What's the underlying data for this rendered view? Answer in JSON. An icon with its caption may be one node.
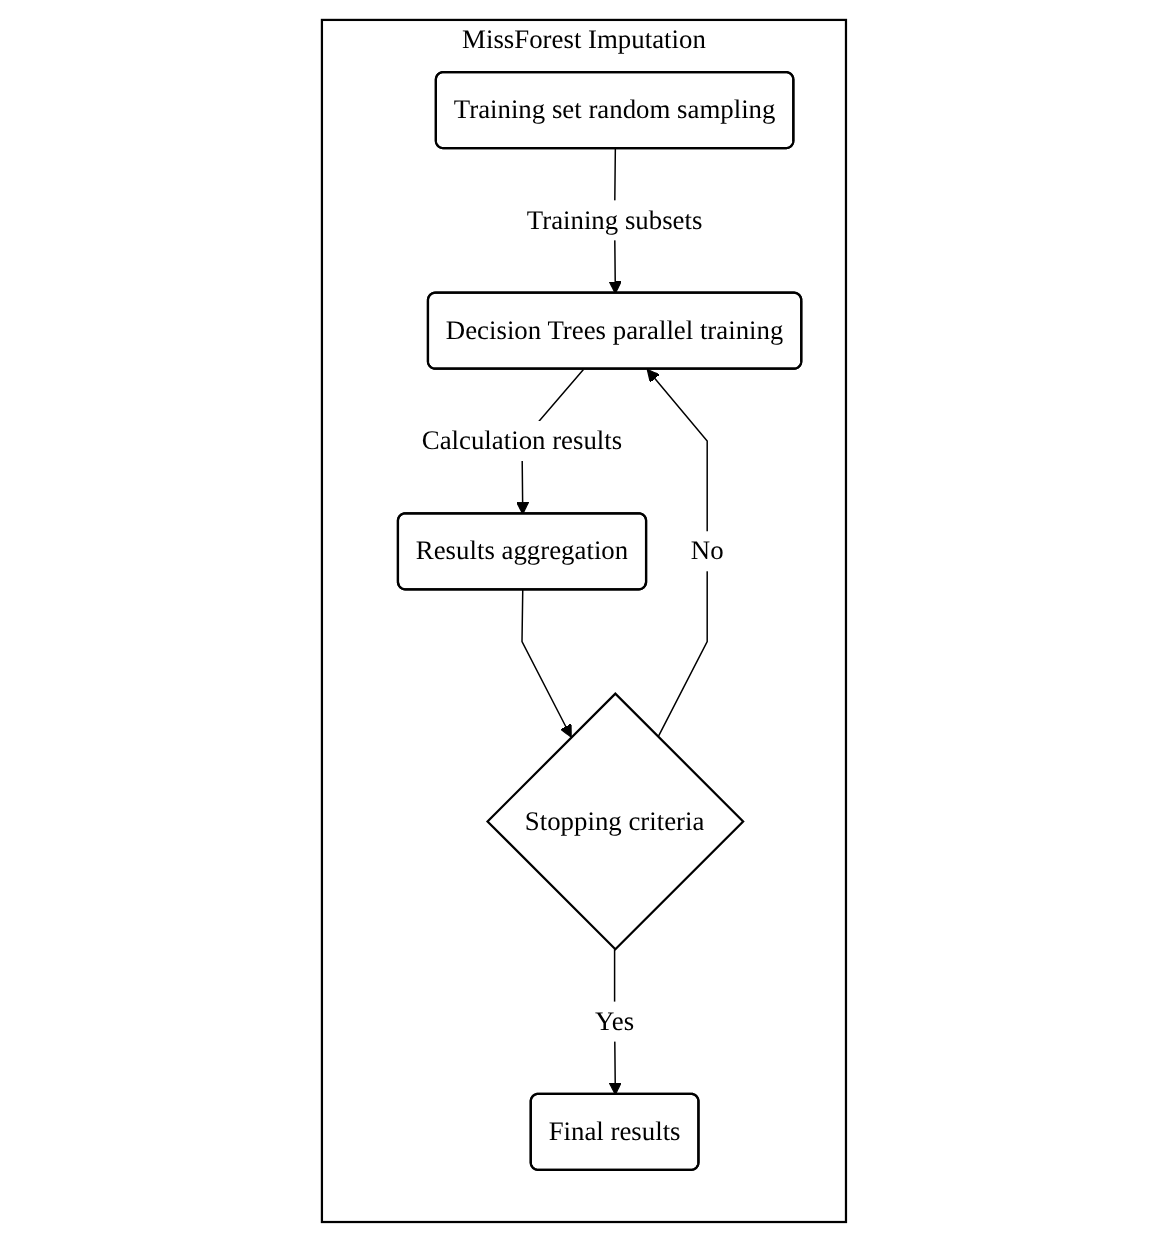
{
  "diagram": {
    "nodes": [
      {
        "text": [
          "MissForest Imputation"
        ]
      },
      {
        "text": [
          "Training set random sampling"
        ],
        "in": 0
      },
      {
        "text": [
          "Decision Trees parallel training"
        ],
        "in": 0
      },
      {
        "text": [
          "Results aggregation"
        ],
        "in": 0
      },
      {
        "text": [
          "Stopping criteria"
        ],
        "in": 0
      },
      {
        "text": [
          "Final results"
        ],
        "in": 0
      }
    ],
    "edges": [
      {
        "from": 1,
        "to": 2,
        "arrow": "to",
        "label": "Training subsets"
      },
      {
        "from": 2,
        "to": 3,
        "arrow": "to",
        "label": "Calculation results"
      },
      {
        "from": 3,
        "to": 4,
        "arrow": "to"
      },
      {
        "from": 4,
        "to": 2,
        "arrow": "to",
        "label": "No"
      },
      {
        "from": 4,
        "to": 5,
        "arrow": "to",
        "label": "Yes"
      }
    ]
  }
}
